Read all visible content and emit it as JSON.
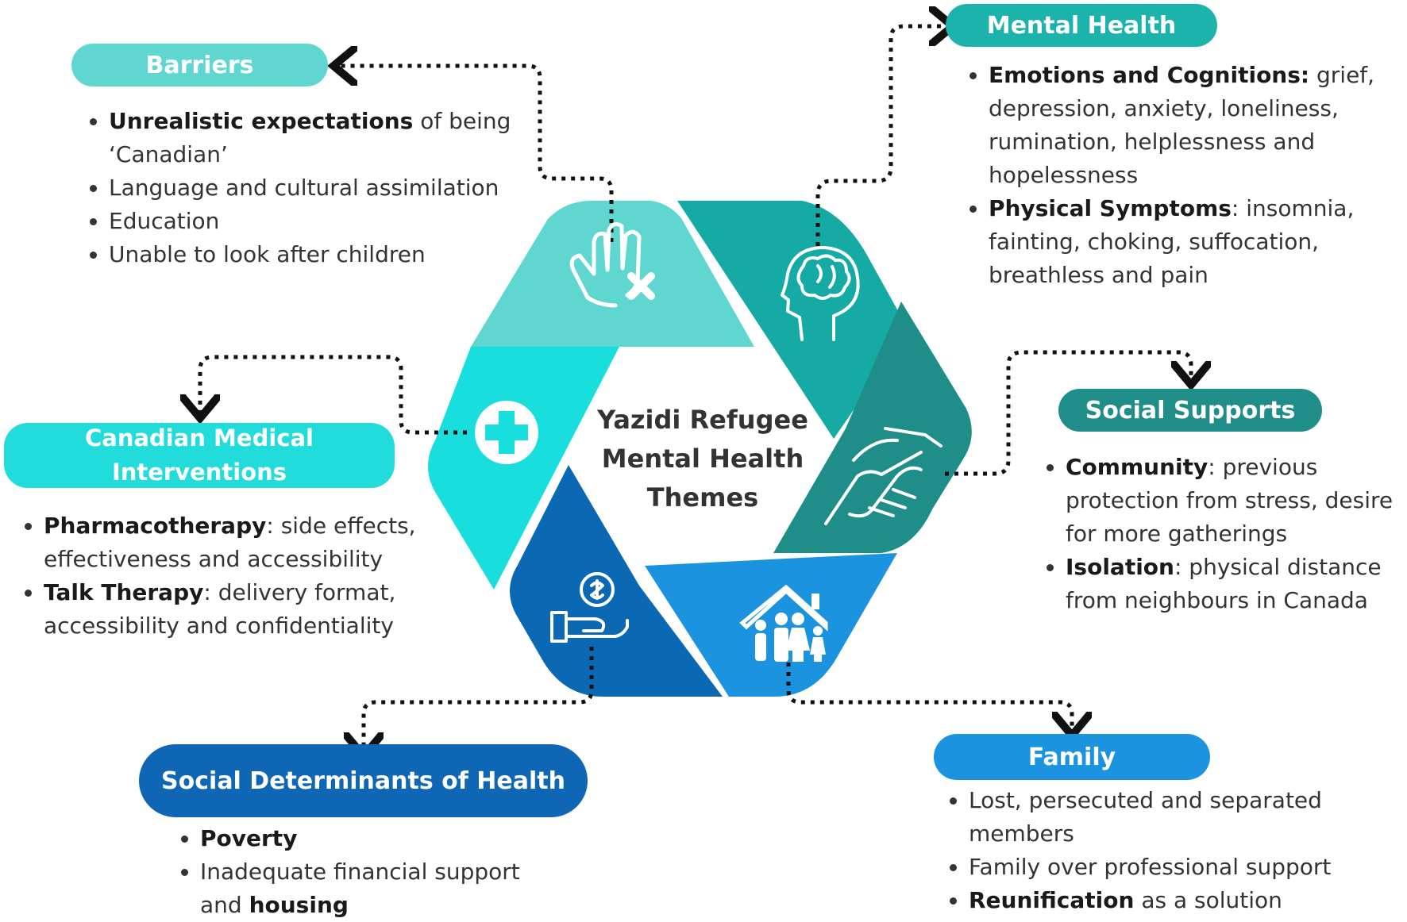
{
  "center_title": [
    "Yazidi Refugee",
    "Mental Health",
    "Themes"
  ],
  "themes": {
    "barriers": {
      "label": "Barriers",
      "color": "#5fd7d0",
      "items": [
        {
          "bold": "Unrealistic expectations",
          "text": " of being ‘Canadian’"
        },
        {
          "text": "Language and cultural assimilation"
        },
        {
          "text": "Education"
        },
        {
          "text": "Unable to look after children"
        }
      ]
    },
    "mental_health": {
      "label": "Mental Health",
      "color": "#1cb3ad",
      "items": [
        {
          "bold": "Emotions and Cognitions:",
          "text": " grief, depression, anxiety, loneliness, rumination, helplessness and hopelessness"
        },
        {
          "bold": "Physical Symptoms",
          "text": ": insomnia, fainting, choking, suffocation, breathless and pain"
        }
      ]
    },
    "social_supports": {
      "label": "Social Supports",
      "color": "#1f8d88",
      "items": [
        {
          "bold": "Community",
          "text": ": previous protection from stress, desire for more gatherings"
        },
        {
          "bold": "Isolation",
          "text": ": physical distance from neighbours in Canada"
        }
      ]
    },
    "medical": {
      "label_lines": [
        "Canadian Medical",
        "Interventions"
      ],
      "color": "#22dcdc",
      "items": [
        {
          "bold": "Pharmacotherapy",
          "text": ": side effects, effectiveness and accessibility"
        },
        {
          "bold": "Talk Therapy",
          "text": ": delivery format, accessibility and confidentiality"
        }
      ]
    },
    "sdoh": {
      "label": "Social Determinants of Health",
      "color": "#0e66b4",
      "items": [
        {
          "bold": "Poverty",
          "text": ""
        },
        {
          "text": "Inadequate financial support and ",
          "bold_after": "housing"
        }
      ]
    },
    "family": {
      "label": "Family",
      "color": "#1c93de",
      "items": [
        {
          "text": "Lost, persecuted and separated members"
        },
        {
          "text": "Family over professional support"
        },
        {
          "bold": "Reunification",
          "text": " as a solution"
        }
      ]
    }
  },
  "segment_colors": {
    "barriers": "#5fd7d0",
    "mental_health": "#16aaa4",
    "social_supports": "#1f8d88",
    "medical": "#18dede",
    "sdoh": "#0b68b3",
    "family": "#1c93de"
  },
  "icons": [
    "hand-cross-icon",
    "brain-head-icon",
    "handshake-icon",
    "medical-cross-icon",
    "money-hand-icon",
    "family-house-icon"
  ]
}
